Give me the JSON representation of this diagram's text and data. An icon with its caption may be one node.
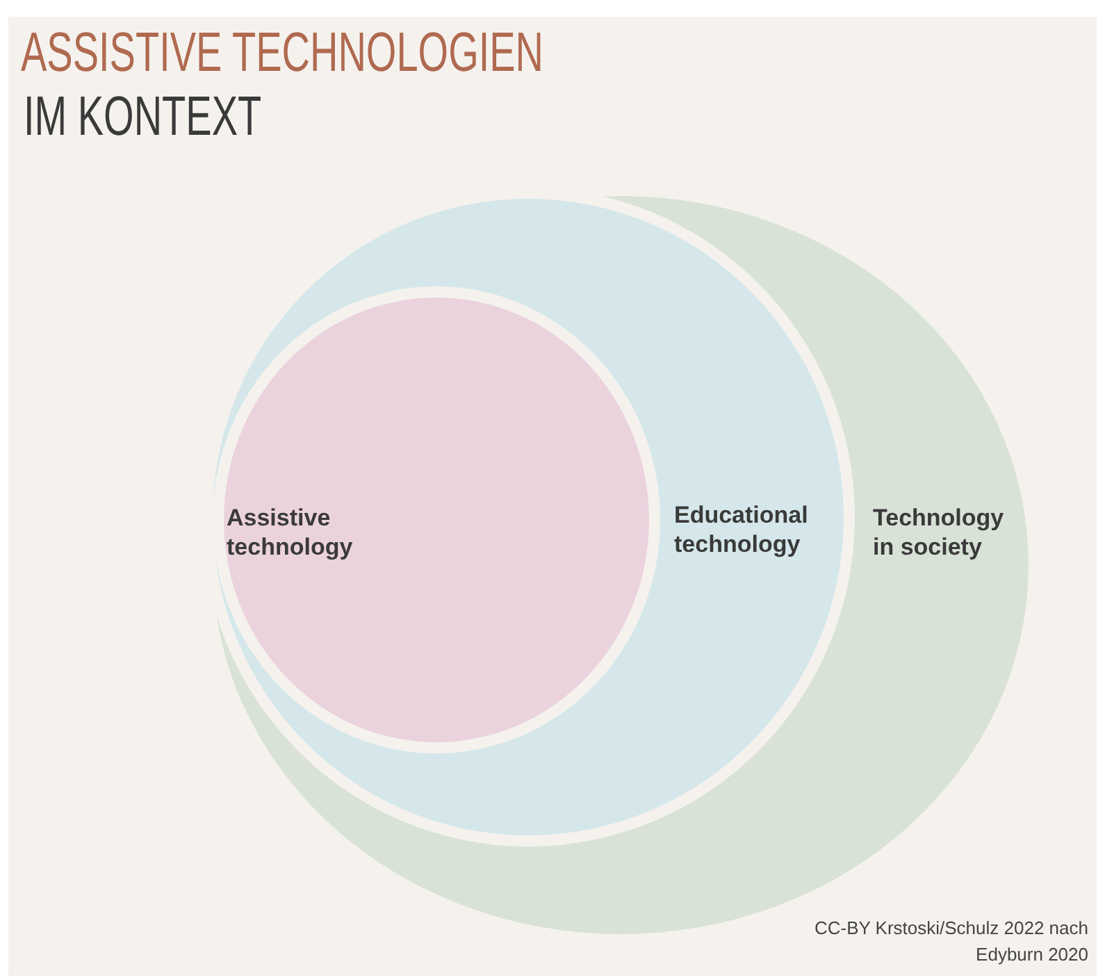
{
  "diagram": {
    "title": "ASSISTIVE TECHNOLOGIEN",
    "nodes": [
      {
        "text": [
          "Assistive technology"
        ],
        "in": 1
      },
      {
        "text": [
          "Educational technology"
        ],
        "in": 2
      },
      {
        "text": [
          "Technology in society"
        ]
      }
    ],
    "labels": [
      "IM KONTEXT",
      "CC-BY Krstoski/Schulz 2022 nach Edyburn 2020"
    ]
  }
}
